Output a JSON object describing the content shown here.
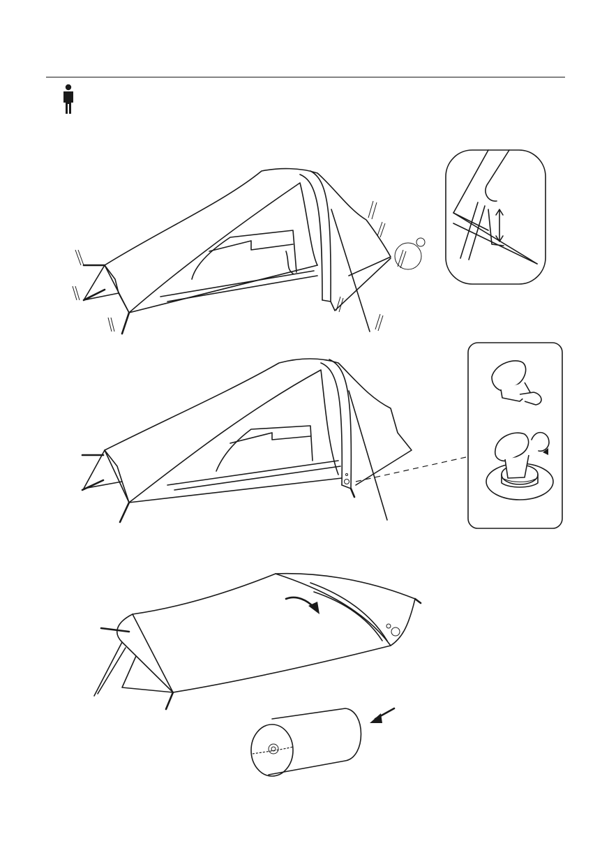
{
  "header": {
    "person_count_icon": "single-person-icon"
  },
  "steps": [
    {
      "id": "step-1",
      "subject": "tent-staked",
      "detail": "pole-tip-in-grommet-detail"
    },
    {
      "id": "step-2",
      "subject": "tent-pitched",
      "detail": "valve-cap-detail"
    },
    {
      "id": "step-3",
      "subject": "tent-folding",
      "detail": "rolled-pack"
    }
  ],
  "icons": {
    "stake": "stake-icon",
    "arrow_vertical": "double-arrow-icon",
    "rotate": "rotate-arrow-icon",
    "fold_arrow": "curved-arrow-icon",
    "pack_arrow": "arrow-icon"
  },
  "colors": {
    "line": "#1a1a1a",
    "background": "#ffffff"
  }
}
